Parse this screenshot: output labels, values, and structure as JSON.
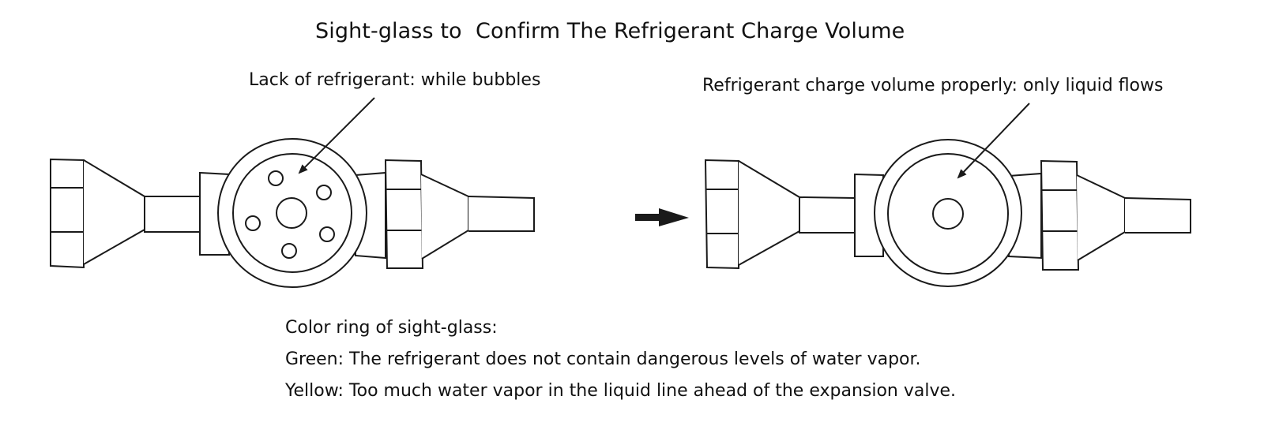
{
  "title": "Sight-glass to  Confirm The Refrigerant Charge Volume",
  "left_callout": "Lack of refrigerant: while bubbles",
  "right_callout": "Refrigerant charge volume properly: only liquid flows",
  "notes": {
    "heading": "Color ring of sight-glass:",
    "green": "Green: The refrigerant does not contain dangerous levels of water vapor.",
    "yellow": "Yellow: Too much water vapor in the liquid line ahead of the expansion valve."
  },
  "icons": {
    "flow_arrow": "right-arrow-icon"
  },
  "colors": {
    "line": "#1a1a1a"
  }
}
